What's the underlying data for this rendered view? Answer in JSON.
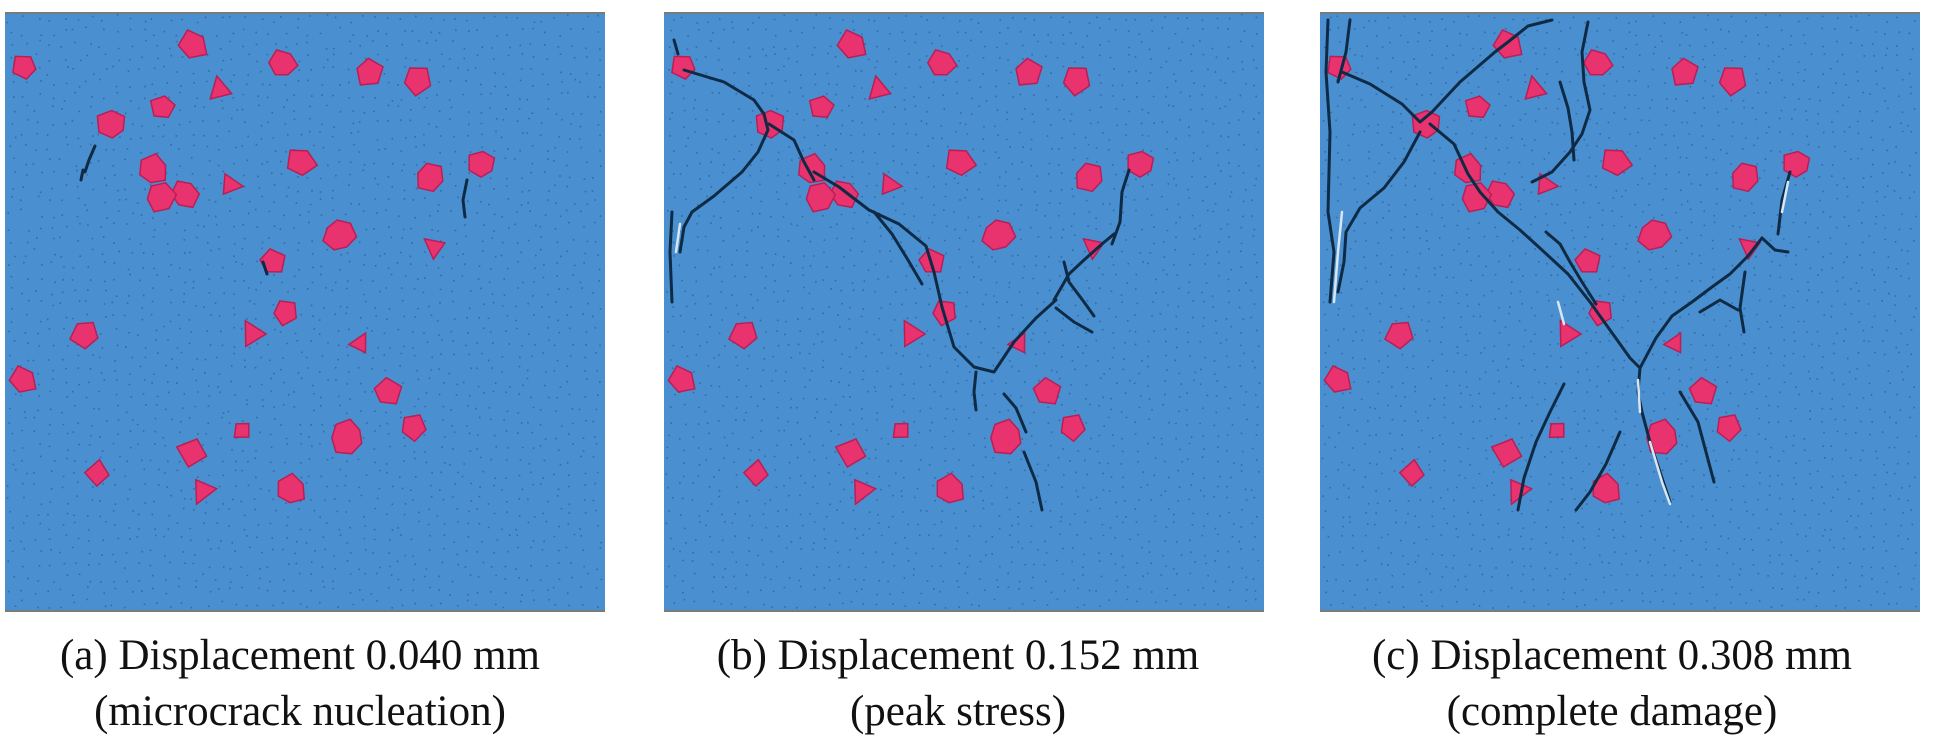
{
  "panels": [
    {
      "id": "a",
      "line1": "(a) Displacement 0.040 mm",
      "line2": "(microcrack nucleation)"
    },
    {
      "id": "b",
      "line1": "(b) Displacement 0.152 mm",
      "line2": "(peak stress)"
    },
    {
      "id": "c",
      "line1": "(c) Displacement 0.308 mm",
      "line2": "(complete damage)"
    }
  ],
  "colors": {
    "matrix": "#4a90d0",
    "matrix_dots": "#1d4f86",
    "aggregate": "#e8336e",
    "aggregate_edge": "#b81f55",
    "crack": "#0f2a44",
    "crack_open": "#d8e6f2",
    "platen": "#7a7a7a"
  }
}
